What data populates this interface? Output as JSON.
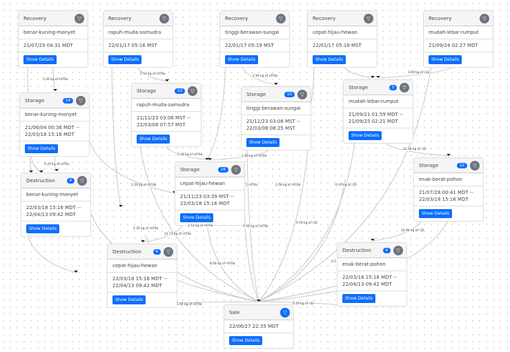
{
  "nodes": [
    {
      "type": "Recovery",
      "name": "benar-kuning-monyet",
      "dates": "21/07/29 04:31 MDT",
      "button": "Show Details"
    },
    {
      "type": "Recovery",
      "name": "rapuh-muda-samudra",
      "dates": "22/01/17 05:16 MST",
      "button": "Show Details"
    },
    {
      "type": "Recovery",
      "name": "tinggi-berawan-sungai",
      "dates": "22/01/17 05:19 MST",
      "button": "Show Details"
    },
    {
      "type": "Recovery",
      "name": "cepat-hijau-hewan",
      "dates": "22/01/17 05:18 MST",
      "button": "Show Details"
    },
    {
      "type": "Recovery",
      "name": "mudah-lebar-rumput",
      "dates": "21/09/24 02:27 MDT",
      "button": "Show Details"
    },
    {
      "type": "Storage",
      "badge": "14",
      "name": "benar-kuning-monyet",
      "dates": "21/06/04 00:36 MDT --",
      "dates2": "22/03/18 15:16 MDT",
      "button": "Show Details"
    },
    {
      "type": "Storage",
      "badge": "10",
      "name": "rapuh-muda-samudra",
      "dates": "21/11/23 03:06 MST --",
      "dates2": "22/03/08 07:57 MST",
      "button": "Show Details"
    },
    {
      "type": "Storage",
      "badge": "10",
      "name": "tinggi-berawan-sungai",
      "dates": "21/11/23 03:08 MST --",
      "dates2": "22/03/08 08:25 MST",
      "button": "Show Details"
    },
    {
      "type": "Storage",
      "badge": "3",
      "name": "mudah-lebar-rumput",
      "dates": "21/09/21 01:59 MDT --",
      "dates2": "21/09/25 02:21 MDT",
      "button": "Show Details"
    },
    {
      "type": "Destruction",
      "badge": "4",
      "name": "benar-kuning-monyet",
      "dates": "22/03/18 15:16 MDT --",
      "dates2": "22/04/13 09:42 MDT",
      "button": "Show Details"
    },
    {
      "type": "Storage",
      "badge": "16",
      "name": "cepat-hijau-hewan",
      "dates": "21/11/23 03:39 MST --",
      "dates2": "22/03/18 15:16 MDT",
      "button": "Show Details"
    },
    {
      "type": "Storage",
      "badge": "12",
      "name": "enak-berat-pohon",
      "dates": "21/07/28 00:41 MDT --",
      "dates2": "22/03/18 15:16 MDT",
      "button": "Show Details"
    },
    {
      "type": "Destruction",
      "badge": "4",
      "name": "cepat-hijau-hewan",
      "dates": "22/03/18 15:16 MDT --",
      "dates2": "22/04/13 09:42 MDT",
      "button": "Show Details"
    },
    {
      "type": "Destruction",
      "badge": "4",
      "name": "enak-berat-pohon",
      "dates": "22/03/18 15:16 MDT --",
      "dates2": "22/04/13 09:42 MDT",
      "button": "Show Details"
    },
    {
      "type": "Sale",
      "dates": "22/06/27 22:35 MDT",
      "button": "Show Details"
    }
  ],
  "edge_labels": [
    "5.20 kg of rd70a",
    "2.53 kg of rd70a",
    "1.94 kg of rd70a",
    "3.00 kg of r32",
    "5.20 kg of rd70a",
    "2.18 kg of rd70a",
    "1.60 kg of rd70a",
    "12.36 kg of r32",
    "5.20 kg of rd70a",
    "1 rd70a",
    "3.56 kg of rd70a",
    "0.19 kg of r32",
    "5.20 kg of rd70a",
    "13.71 kg of rd70a",
    "2.53 kg of rd70a",
    "1.94 kg of rd70a",
    "0.19 kg of r32",
    "15.94 kg of r32",
    "8.04 kg of rd70a",
    "0.1",
    "1.04 kg of rd70a",
    "0.19 kg of r32"
  ],
  "colors": {
    "accent": "#0d6efd",
    "filter": "#6c757d",
    "edge": "#c8c8c8"
  },
  "icons": {
    "filter": "filter-icon"
  }
}
